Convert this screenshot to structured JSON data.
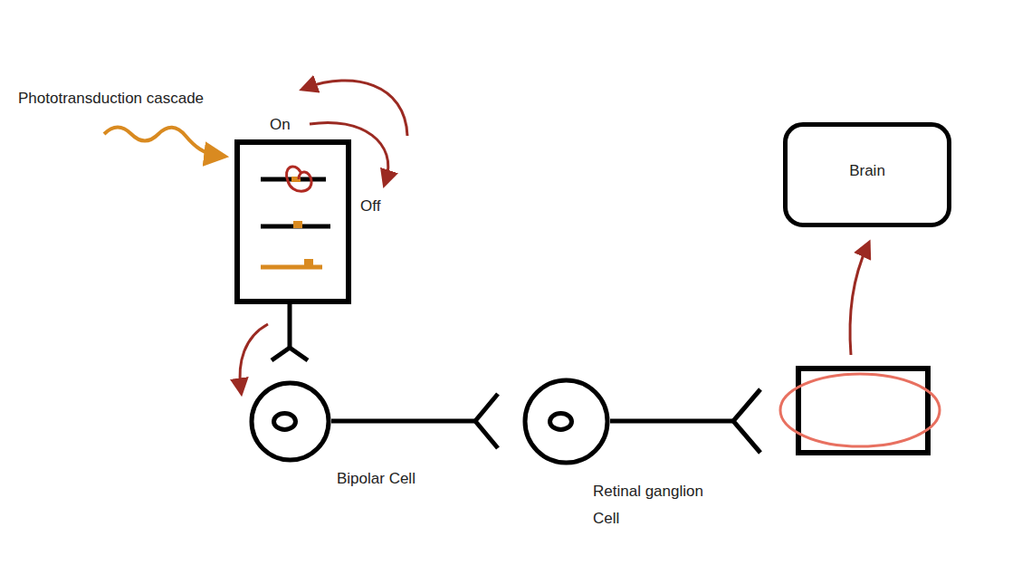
{
  "diagram": {
    "nodes": [
      {
        "text": [
          "Bipolar Cell"
        ]
      },
      {
        "text": [
          "Retinal ganglion Cell"
        ]
      },
      {
        "text": [
          "Brain"
        ]
      }
    ],
    "labels": [
      "Phototransduction cascade",
      "On",
      "Off"
    ]
  }
}
